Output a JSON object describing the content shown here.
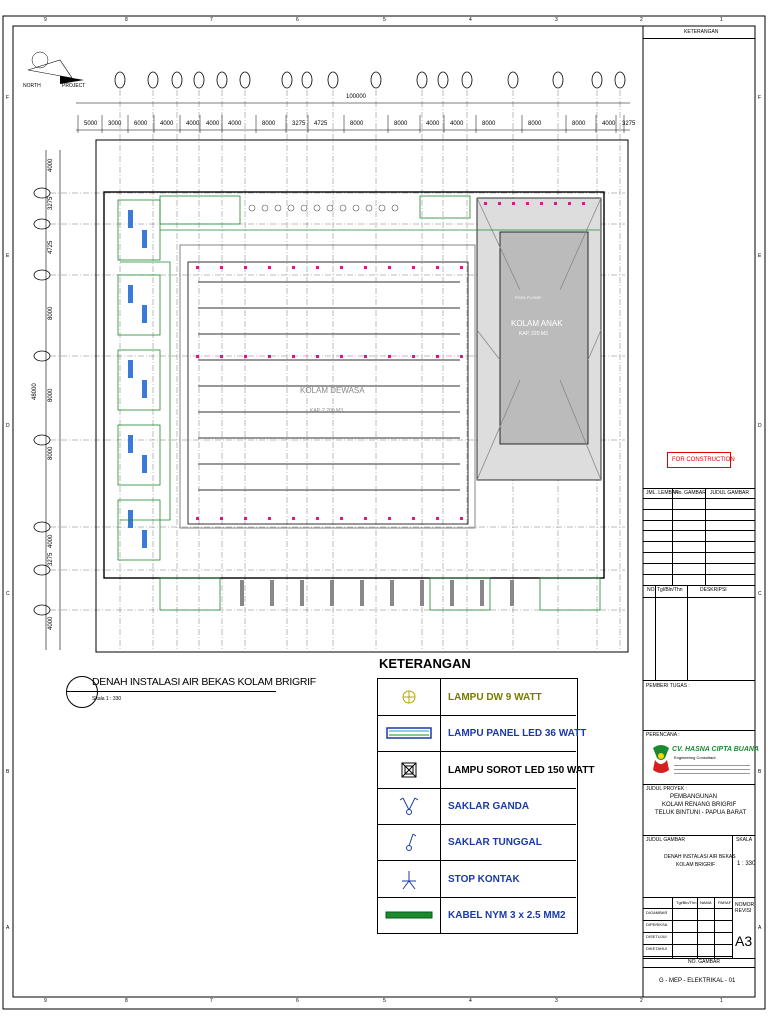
{
  "sheet": {
    "grid_cols_top": [
      "9",
      "8",
      "7",
      "6",
      "5",
      "4",
      "3",
      "2",
      "1"
    ],
    "grid_rows_left": [
      "F",
      "E",
      "D",
      "C",
      "B",
      "A"
    ]
  },
  "plan": {
    "title": "DENAH INSTALASI AIR BEKAS KOLAM BRIGRIF",
    "scale": "Skala 1 : 330",
    "north": "NORTH",
    "project": "PROJECT",
    "overall_dim": "100000",
    "dims_top": [
      "5000",
      "3000",
      "6000",
      "4000",
      "4000",
      "4000",
      "4000",
      "8000",
      "3275",
      "4725",
      "8000",
      "8000",
      "4000",
      "4000",
      "8000",
      "8000",
      "8000",
      "4000",
      "3275"
    ],
    "dims_left": [
      "4000",
      "3275",
      "4725",
      "8000",
      "48000",
      "8000",
      "8000",
      "4000",
      "3275",
      "4000"
    ],
    "pool_main_label": "KOLAM DEWASA",
    "pool_main_cap": "KAP. 2.200 M3",
    "pool_kid_label": "KOLAM ANAK",
    "pool_kid_cap": "KAP. 220 M3",
    "pool_floor": "POOL FLOOR"
  },
  "legend": {
    "title": "KETERANGAN",
    "items": [
      {
        "label": "LAMPU DW 9 WATT",
        "color": "#7a7a00"
      },
      {
        "label": "LAMPU PANEL LED 36 WATT",
        "color": "#1a3aa8"
      },
      {
        "label": "LAMPU SOROT LED 150 WATT",
        "color": "#000000"
      },
      {
        "label": "SAKLAR GANDA",
        "color": "#1a3aa8"
      },
      {
        "label": "SAKLAR TUNGGAL",
        "color": "#1a3aa8"
      },
      {
        "label": "STOP KONTAK",
        "color": "#1a3aa8"
      },
      {
        "label": "KABEL NYM 3 x 2.5 MM2",
        "color": "#1a3aa8"
      }
    ]
  },
  "titleblock": {
    "keterangan": "KETERANGAN",
    "for_construction": "FOR CONSTRUCTION",
    "jml_lembar": "JML. LEMBAR",
    "no_gambar": "No. GAMBAR",
    "judul_gambar_col": "JUDUL GAMBAR",
    "rev_no": "NO.",
    "rev_date": "Tgl/Bln/Thn",
    "deskripsi": "DESKRIPSI",
    "pemberi_tugas": "PEMBERI TUGAS :",
    "perencana": "PERENCANA :",
    "company": "CV. HASNA CIPTA BUANA",
    "company_sub": "Engineering Consultant",
    "judul_proyek_label": "JUDUL PROYEK :",
    "judul_proyek_1": "PEMBANGUNAN",
    "judul_proyek_2": "KOLAM RENANG BRIGRIF",
    "judul_proyek_3": "TELUK BINTUNI - PAPUA BARAT",
    "judul_gambar_label": "JUDUL GAMBAR",
    "judul_gambar_1": "DENAH INSTALASI AIR BEKAS",
    "judul_gambar_2": "KOLAM BRIGRIF",
    "skala_label": "SKALA",
    "skala_value": "1 : 330",
    "sheet_size": "A3",
    "sign_cols": [
      "Tgl/Bln/Thn",
      "NAMA",
      "PARAF"
    ],
    "sign_rows": [
      "DIGAMBAR",
      "DIPERIKSA",
      "DISETUJUI",
      "DIKETAHUI"
    ],
    "nomor_revisi": "NOMOR REVISI",
    "no_gambar_label": "NO. GAMBAR",
    "drawing_no": "G - MEP - ELEKTRIKAL - 01"
  }
}
